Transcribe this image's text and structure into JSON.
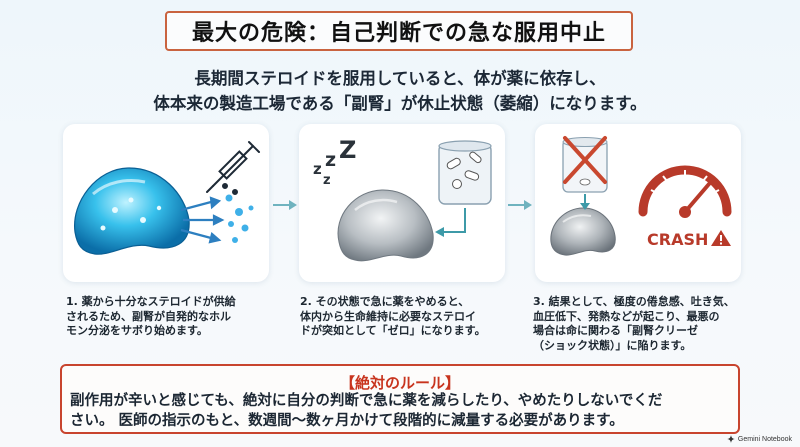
{
  "title": "最大の危険：自己判断での急な服用中止",
  "intro": {
    "line1": "長期間ステロイドを服用していると、体が薬に依存し、",
    "line2": "体本来の製造工場である「副腎」が休止状態（萎縮）になります。"
  },
  "panel3": {
    "crash_label": "CRASH"
  },
  "steps": [
    {
      "line1": "1. 薬から十分なステロイドが供給",
      "line2": "されるため、副腎が自発的なホル",
      "line3": "モン分泌をサボり始めます。",
      "line4": ""
    },
    {
      "line1": "2. その状態で急に薬をやめると、",
      "line2": "体内から生命維持に必要なステロイ",
      "line3": "ドが突如として「ゼロ」になります。",
      "line4": ""
    },
    {
      "line1": "3. 結果として、極度の倦怠感、吐き気、",
      "line2": "血圧低下、発熱などが起こり、最悪の",
      "line3": "場合は命に関わる「副腎クリーゼ",
      "line4": "（ショック状態）」に陥ります。"
    }
  ],
  "rule": {
    "heading": "【絶対のルール】",
    "line1": "副作用が辛いと感じても、絶対に自分の判断で急に薬を減らしたり、やめたりしないでくだ",
    "line2": "さい。 医師の指示のもと、数週間〜数ヶ月かけて段階的に減量する必要があります。"
  },
  "logo_text": "Gemini Notebook",
  "colors": {
    "accent_orange": "#c9633f",
    "rule_red": "#c8341e",
    "crash_red": "#b83a2a",
    "connector_teal": "#6fb3bf",
    "gland_blue": "#29aede"
  }
}
